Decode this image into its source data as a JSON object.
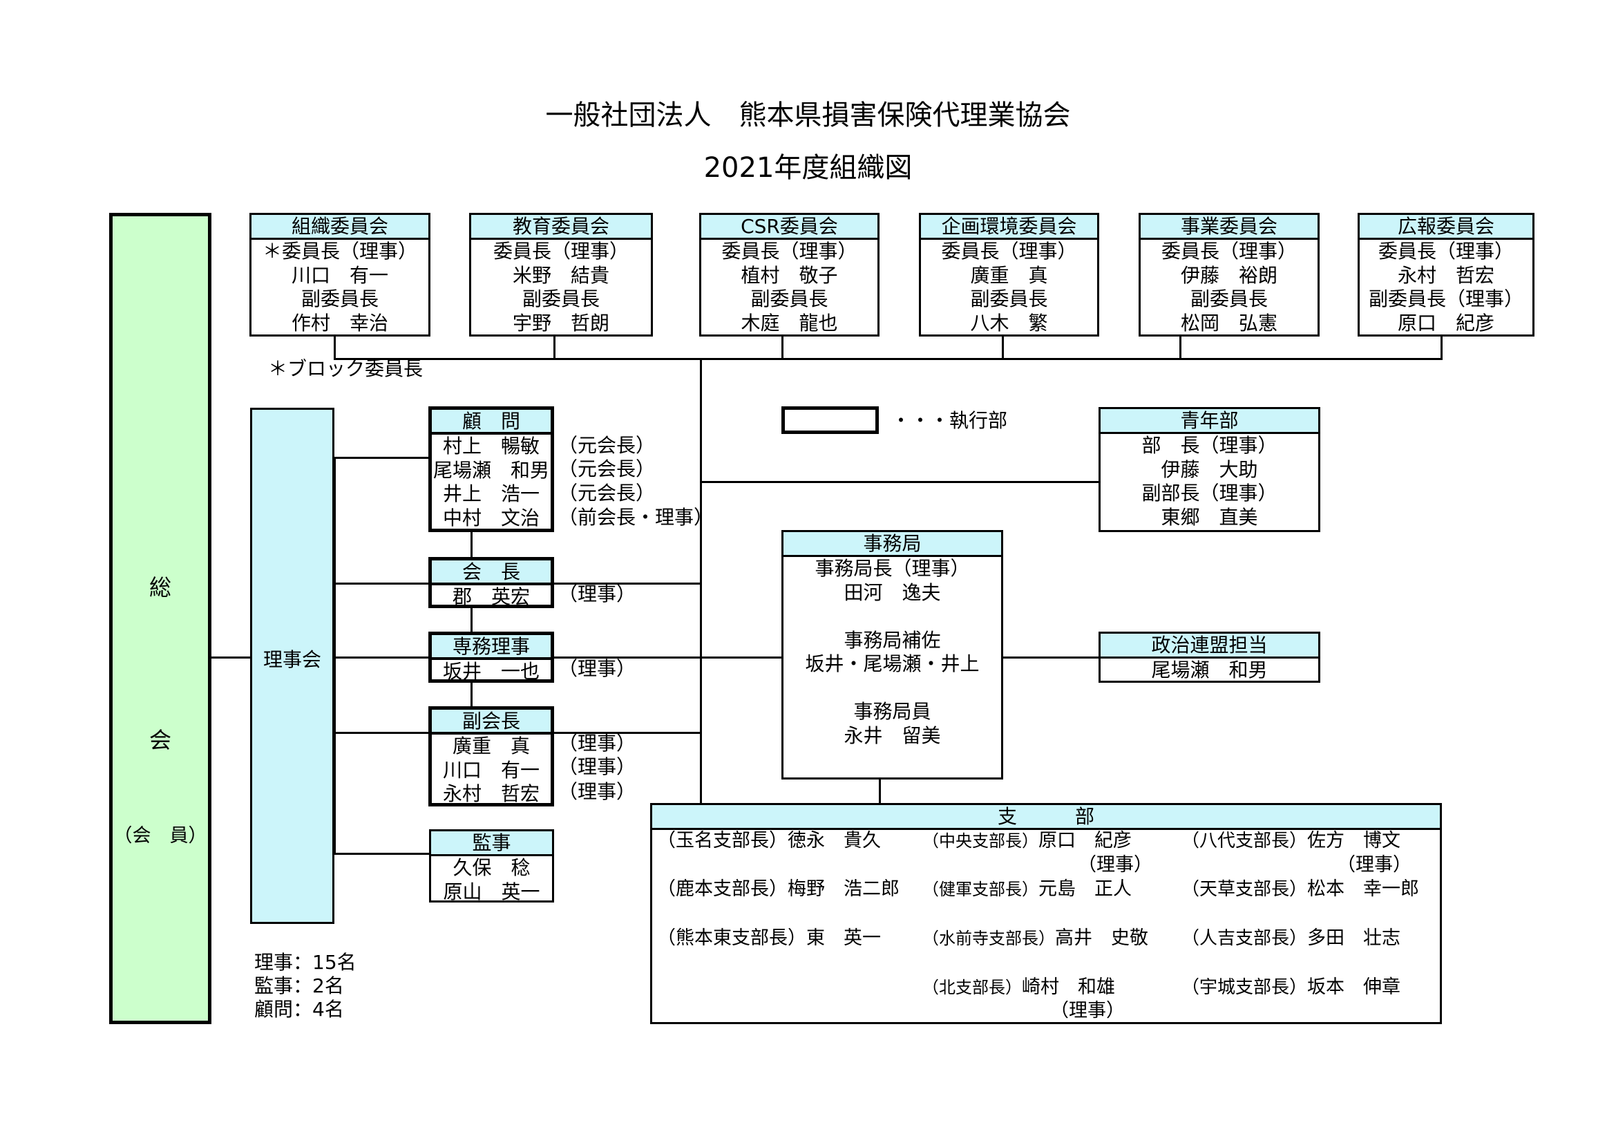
{
  "title": {
    "line1": "一般社団法人　熊本県損害保険代理業協会",
    "line2": "2021年度組織図"
  },
  "soukai": {
    "char1": "総",
    "char2": "会",
    "sub": "（会　員）"
  },
  "rijikai": {
    "label": "理事会",
    "stats": [
      "理事：15名",
      "監事：2名",
      "顧問：4名"
    ]
  },
  "committees": [
    {
      "name": "組織委員会",
      "lines": [
        "＊委員長（理事）",
        "川口　有一",
        "副委員長",
        "作村　幸治"
      ]
    },
    {
      "name": "教育委員会",
      "lines": [
        "委員長（理事）",
        "米野　結貴",
        "副委員長",
        "宇野　哲朗"
      ]
    },
    {
      "name": "CSR委員会",
      "lines": [
        "委員長（理事）",
        "植村　敬子",
        "副委員長",
        "木庭　龍也"
      ]
    },
    {
      "name": "企画環境委員会",
      "lines": [
        "委員長（理事）",
        "廣重　真",
        "副委員長",
        "八木　繁"
      ]
    },
    {
      "name": "事業委員会",
      "lines": [
        "委員長（理事）",
        "伊藤　裕朗",
        "副委員長",
        "松岡　弘憲"
      ]
    },
    {
      "name": "広報委員会",
      "lines": [
        "委員長（理事）",
        "永村　哲宏",
        "副委員長（理事）",
        "原口　紀彦"
      ]
    }
  ],
  "block_note": "＊ブロック委員長",
  "legend": {
    "label": "・・・執行部"
  },
  "komon": {
    "name": "顧　問",
    "members": [
      "村上　暢敏",
      "尾場瀬　和男",
      "井上　浩一",
      "中村　文治"
    ],
    "notes": [
      "（元会長）",
      "（元会長）",
      "（元会長）",
      "（前会長・理事）"
    ]
  },
  "kaicho": {
    "name": "会　長",
    "members": [
      "郡　英宏"
    ],
    "notes": [
      "（理事）"
    ]
  },
  "senmu": {
    "name": "専務理事",
    "members": [
      "坂井　一也"
    ],
    "notes": [
      "（理事）"
    ]
  },
  "fukukaicho": {
    "name": "副会長",
    "members": [
      "廣重　真",
      "川口　有一",
      "永村　哲宏"
    ],
    "notes": [
      "（理事）",
      "（理事）",
      "（理事）"
    ]
  },
  "kanji": {
    "name": "監事",
    "members": [
      "久保　稔",
      "原山　英一"
    ]
  },
  "seinenbu": {
    "name": "青年部",
    "lines": [
      "部　長（理事）",
      "伊藤　大助",
      "副部長（理事）",
      "東郷　直美"
    ]
  },
  "jimukyoku": {
    "name": "事務局",
    "lines": [
      "事務局長（理事）",
      "田河　逸夫",
      "",
      "事務局補佐",
      "坂井・尾場瀬・井上",
      "",
      "事務局員",
      "永井　留美"
    ]
  },
  "seiji": {
    "name": "政治連盟担当",
    "lines": [
      "尾場瀬　和男"
    ]
  },
  "shibu": {
    "name": "支　　　部",
    "col1": [
      {
        "role": "（玉名支部長）",
        "name": "徳永　貴久"
      },
      {
        "role": "（鹿本支部長）",
        "name": "梅野　浩二郎"
      },
      {
        "role": "（熊本東支部長）",
        "name": "東　英一"
      }
    ],
    "col2": [
      {
        "role": "（中央支部長）",
        "name": "原口　紀彦",
        "note": "（理事）"
      },
      {
        "role": "（健軍支部長）",
        "name": "元島　正人"
      },
      {
        "role": "（水前寺支部長）",
        "name": "高井　史敬"
      },
      {
        "role": "（北支部長）",
        "name": "崎村　和雄",
        "note": "（理事）"
      }
    ],
    "col3": [
      {
        "role": "（八代支部長）",
        "name": "佐方　博文",
        "note": "（理事）"
      },
      {
        "role": "（天草支部長）",
        "name": "松本　幸一郎"
      },
      {
        "role": "（人吉支部長）",
        "name": "多田　壮志"
      },
      {
        "role": "（宇城支部長）",
        "name": "坂本　伸章"
      }
    ]
  },
  "colors": {
    "header_fill": "#ccf5fa",
    "soukai_fill": "#ccffcc",
    "line": "#000000"
  }
}
